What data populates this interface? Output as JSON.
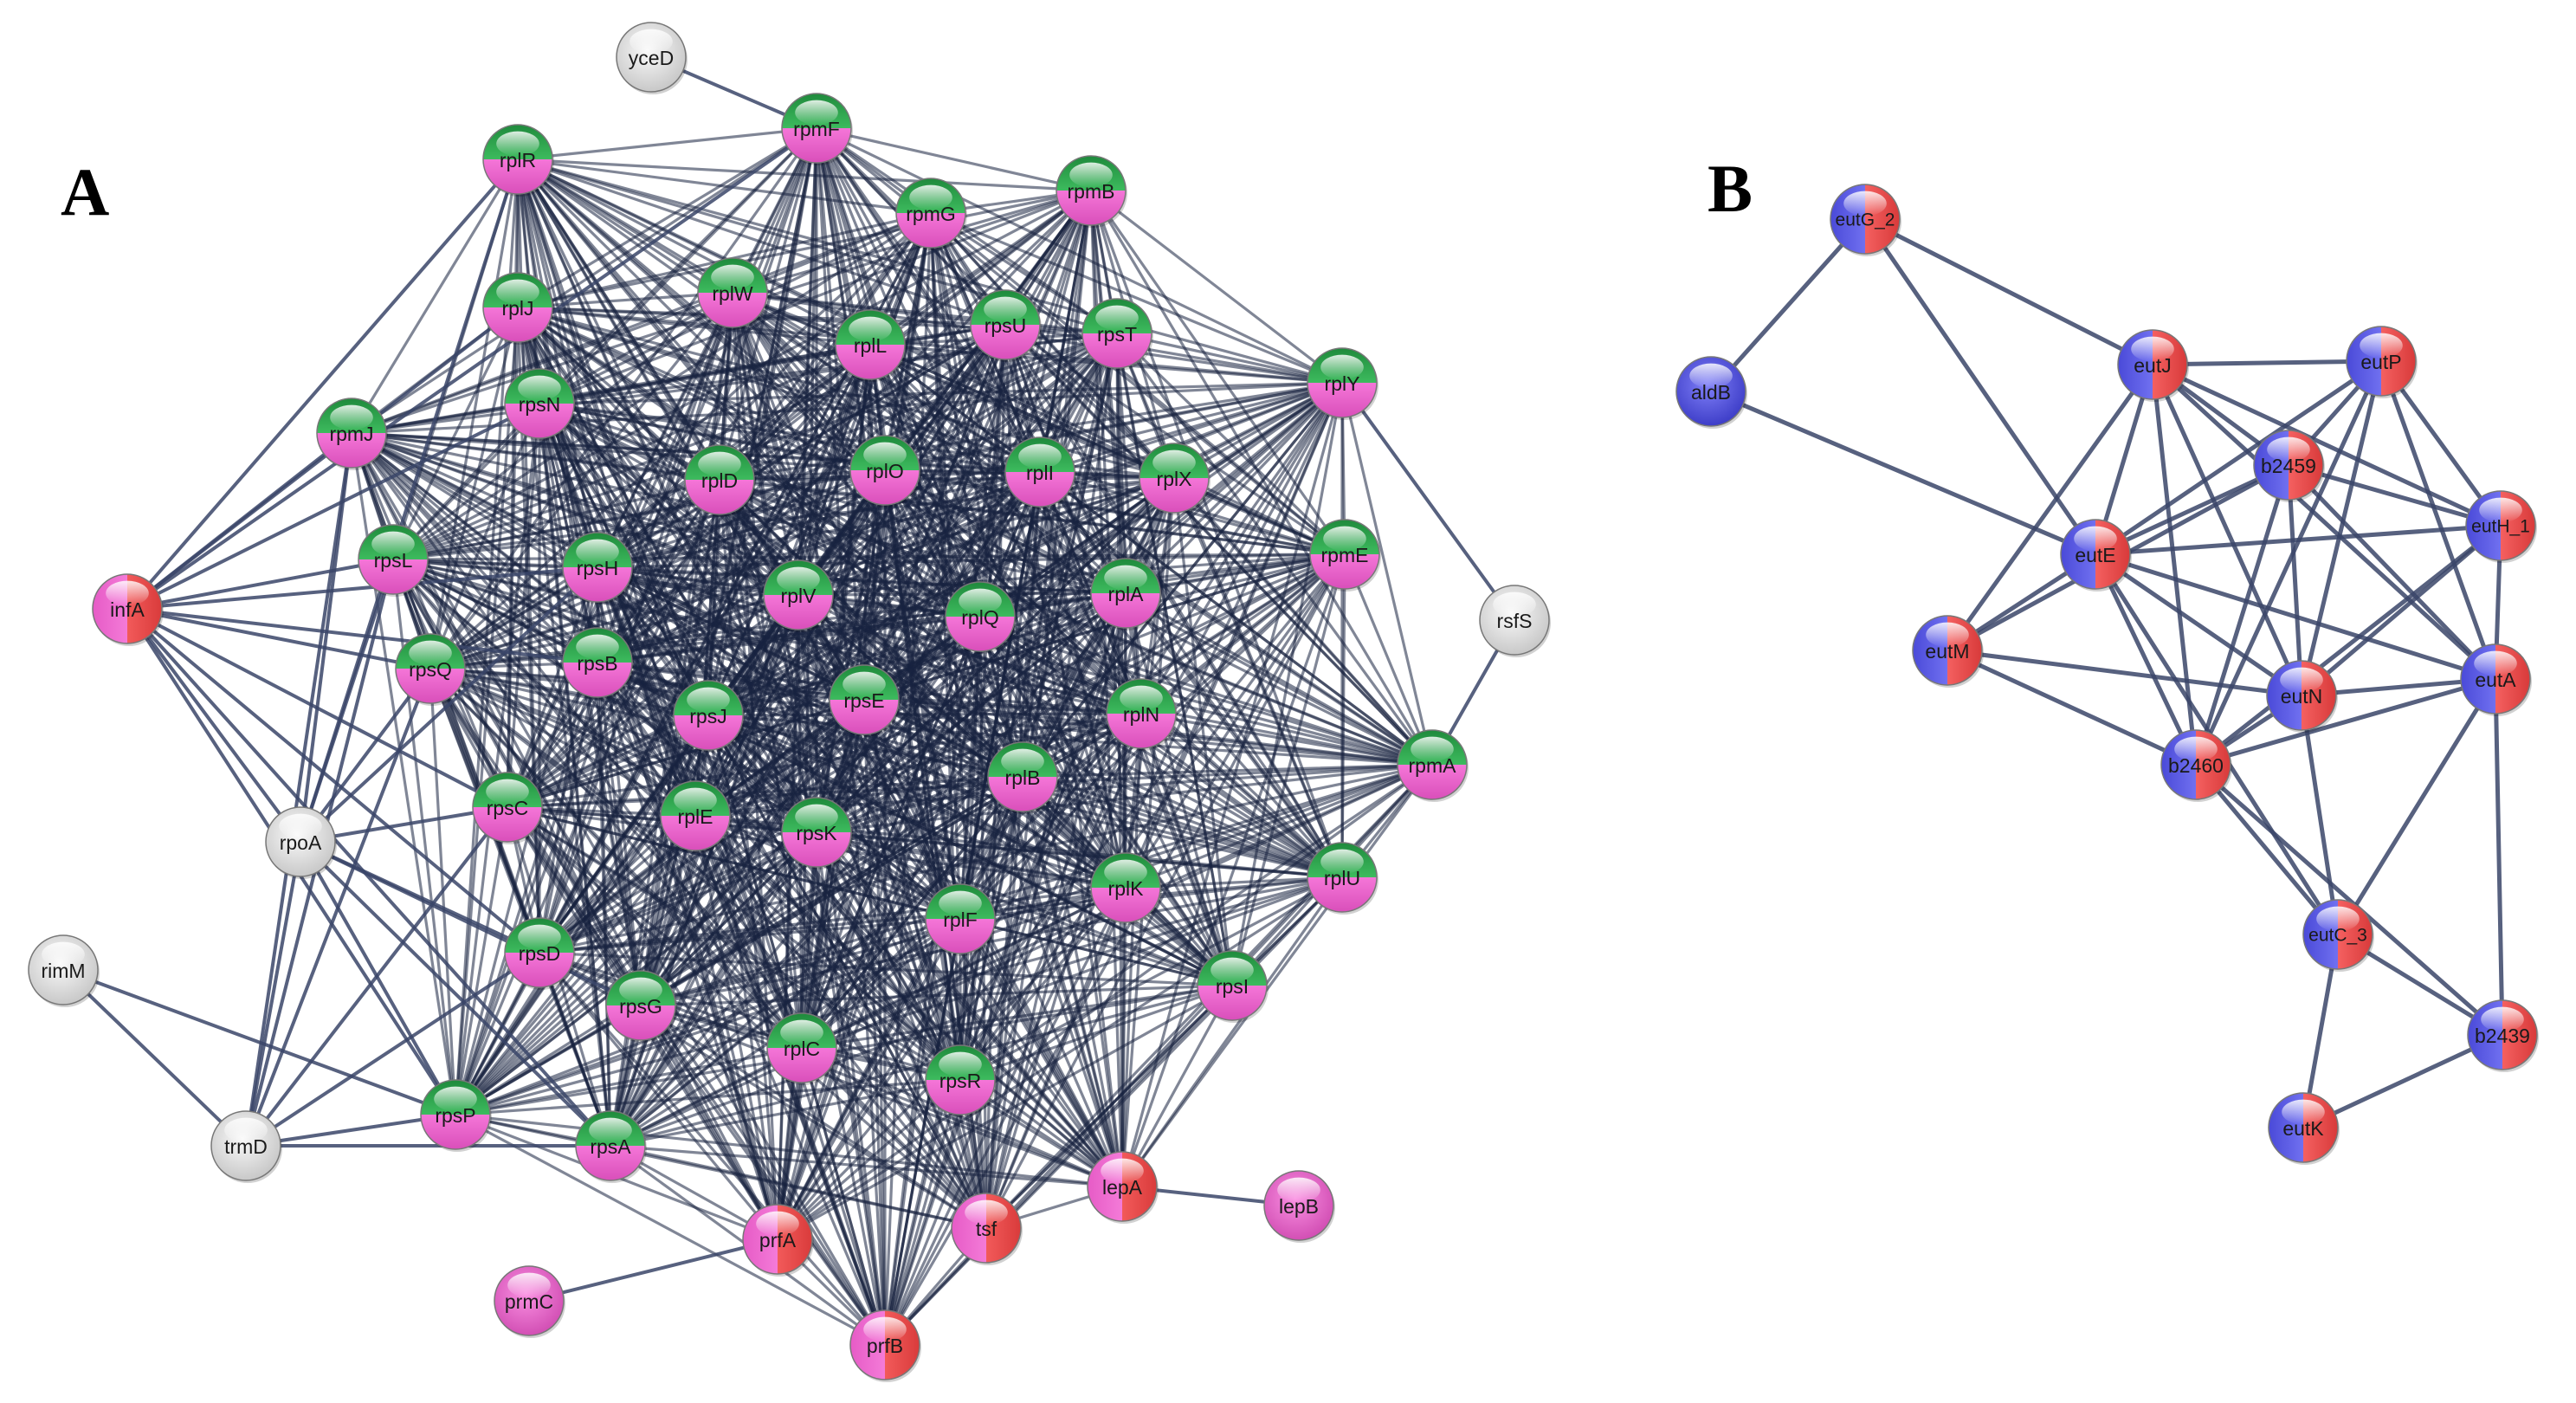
{
  "panels": [
    {
      "id": "A",
      "label": "A",
      "nodes": [
        {
          "id": "yceD",
          "label": "yceD",
          "style": "gray"
        },
        {
          "id": "rpmF",
          "label": "rpmF",
          "style": "gp"
        },
        {
          "id": "rplR",
          "label": "rplR",
          "style": "gp"
        },
        {
          "id": "rpmG",
          "label": "rpmG",
          "style": "gp"
        },
        {
          "id": "rpmB",
          "label": "rpmB",
          "style": "gp"
        },
        {
          "id": "rplJ",
          "label": "rplJ",
          "style": "gp"
        },
        {
          "id": "rplW",
          "label": "rplW",
          "style": "gp"
        },
        {
          "id": "rplL",
          "label": "rplL",
          "style": "gp"
        },
        {
          "id": "rpsU",
          "label": "rpsU",
          "style": "gp"
        },
        {
          "id": "rpsT",
          "label": "rpsT",
          "style": "gp"
        },
        {
          "id": "rplY",
          "label": "rplY",
          "style": "gp"
        },
        {
          "id": "rpmJ",
          "label": "rpmJ",
          "style": "gp"
        },
        {
          "id": "rpsN",
          "label": "rpsN",
          "style": "gp"
        },
        {
          "id": "rplD",
          "label": "rplD",
          "style": "gp"
        },
        {
          "id": "rplO",
          "label": "rplO",
          "style": "gp"
        },
        {
          "id": "rplI",
          "label": "rplI",
          "style": "gp"
        },
        {
          "id": "rplX",
          "label": "rplX",
          "style": "gp"
        },
        {
          "id": "infA",
          "label": "infA",
          "style": "pr"
        },
        {
          "id": "rpsL",
          "label": "rpsL",
          "style": "gp"
        },
        {
          "id": "rpmE",
          "label": "rpmE",
          "style": "gp"
        },
        {
          "id": "rpsH",
          "label": "rpsH",
          "style": "gp"
        },
        {
          "id": "rplV",
          "label": "rplV",
          "style": "gp"
        },
        {
          "id": "rplQ",
          "label": "rplQ",
          "style": "gp"
        },
        {
          "id": "rplA",
          "label": "rplA",
          "style": "gp"
        },
        {
          "id": "rsfS",
          "label": "rsfS",
          "style": "gray"
        },
        {
          "id": "rpsQ",
          "label": "rpsQ",
          "style": "gp"
        },
        {
          "id": "rpsB",
          "label": "rpsB",
          "style": "gp"
        },
        {
          "id": "rpsJ",
          "label": "rpsJ",
          "style": "gp"
        },
        {
          "id": "rpsE",
          "label": "rpsE",
          "style": "gp"
        },
        {
          "id": "rplN",
          "label": "rplN",
          "style": "gp"
        },
        {
          "id": "rpmA",
          "label": "rpmA",
          "style": "gp"
        },
        {
          "id": "rplB",
          "label": "rplB",
          "style": "gp"
        },
        {
          "id": "rpsC",
          "label": "rpsC",
          "style": "gp"
        },
        {
          "id": "rplE",
          "label": "rplE",
          "style": "gp"
        },
        {
          "id": "rpsK",
          "label": "rpsK",
          "style": "gp"
        },
        {
          "id": "rpoA",
          "label": "rpoA",
          "style": "gray"
        },
        {
          "id": "rplK",
          "label": "rplK",
          "style": "gp"
        },
        {
          "id": "rplU",
          "label": "rplU",
          "style": "gp"
        },
        {
          "id": "rplF",
          "label": "rplF",
          "style": "gp"
        },
        {
          "id": "rimM",
          "label": "rimM",
          "style": "gray"
        },
        {
          "id": "rpsD",
          "label": "rpsD",
          "style": "gp"
        },
        {
          "id": "rpsI",
          "label": "rpsI",
          "style": "gp"
        },
        {
          "id": "rpsG",
          "label": "rpsG",
          "style": "gp"
        },
        {
          "id": "rplC",
          "label": "rplC",
          "style": "gp"
        },
        {
          "id": "rpsR",
          "label": "rpsR",
          "style": "gp"
        },
        {
          "id": "rpsP",
          "label": "rpsP",
          "style": "gp"
        },
        {
          "id": "trmD",
          "label": "trmD",
          "style": "gray"
        },
        {
          "id": "rpsA",
          "label": "rpsA",
          "style": "gp"
        },
        {
          "id": "lepA",
          "label": "lepA",
          "style": "pr"
        },
        {
          "id": "lepB",
          "label": "lepB",
          "style": "pink"
        },
        {
          "id": "tsf",
          "label": "tsf",
          "style": "pr"
        },
        {
          "id": "prfA",
          "label": "prfA",
          "style": "pr"
        },
        {
          "id": "prmC",
          "label": "prmC",
          "style": "pink"
        },
        {
          "id": "prfB",
          "label": "prfB",
          "style": "pr"
        }
      ],
      "peripheral_edges": [
        [
          "yceD",
          "rpmF"
        ],
        [
          "rsfS",
          "rplY"
        ],
        [
          "rsfS",
          "rpmA"
        ],
        [
          "rpoA",
          "rpsL"
        ],
        [
          "rpoA",
          "rpsQ"
        ],
        [
          "rpoA",
          "rpsC"
        ],
        [
          "rpoA",
          "rpmJ"
        ],
        [
          "rpoA",
          "rpsP"
        ],
        [
          "rpoA",
          "rpsD"
        ],
        [
          "rpoA",
          "trmD"
        ],
        [
          "rpoA",
          "infA"
        ],
        [
          "rpoA",
          "rpsA"
        ],
        [
          "rpoA",
          "rpsG"
        ],
        [
          "rpoA",
          "rplR"
        ],
        [
          "rpoA",
          "rpsH"
        ],
        [
          "rimM",
          "trmD"
        ],
        [
          "rimM",
          "rpsP"
        ],
        [
          "trmD",
          "rpsP"
        ],
        [
          "trmD",
          "rpsQ"
        ],
        [
          "trmD",
          "rpsC"
        ],
        [
          "trmD",
          "rpsL"
        ],
        [
          "trmD",
          "rpsD"
        ],
        [
          "trmD",
          "rpmJ"
        ],
        [
          "trmD",
          "rpsA"
        ],
        [
          "lepA",
          "lepB"
        ],
        [
          "prmC",
          "prfA"
        ],
        [
          "infA",
          "rplR"
        ],
        [
          "infA",
          "rpmJ"
        ],
        [
          "infA",
          "rpsL"
        ],
        [
          "infA",
          "rpsQ"
        ],
        [
          "infA",
          "rpsP"
        ],
        [
          "infA",
          "rpsC"
        ],
        [
          "infA",
          "rpsD"
        ],
        [
          "infA",
          "rpsN"
        ],
        [
          "infA",
          "rplJ"
        ],
        [
          "infA",
          "rpsH"
        ],
        [
          "infA",
          "rpsB"
        ],
        [
          "infA",
          "rpsA"
        ],
        [
          "infA",
          "rpmF"
        ]
      ]
    },
    {
      "id": "B",
      "label": "B",
      "nodes": [
        {
          "id": "eutG_2",
          "label": "eutG_2",
          "style": "br"
        },
        {
          "id": "aldB",
          "label": "aldB",
          "style": "blue"
        },
        {
          "id": "eutJ",
          "label": "eutJ",
          "style": "br"
        },
        {
          "id": "eutP",
          "label": "eutP",
          "style": "br"
        },
        {
          "id": "b2459",
          "label": "b2459",
          "style": "br"
        },
        {
          "id": "eutH_1",
          "label": "eutH_1",
          "style": "br"
        },
        {
          "id": "eutE",
          "label": "eutE",
          "style": "br"
        },
        {
          "id": "eutM",
          "label": "eutM",
          "style": "br"
        },
        {
          "id": "eutN",
          "label": "eutN",
          "style": "br"
        },
        {
          "id": "eutA",
          "label": "eutA",
          "style": "br"
        },
        {
          "id": "b2460",
          "label": "b2460",
          "style": "br"
        },
        {
          "id": "eutC_3",
          "label": "eutC_3",
          "style": "br"
        },
        {
          "id": "b2439",
          "label": "b2439",
          "style": "br"
        },
        {
          "id": "eutK",
          "label": "eutK",
          "style": "br"
        }
      ],
      "edges": [
        [
          "eutG_2",
          "aldB"
        ],
        [
          "eutG_2",
          "eutJ"
        ],
        [
          "eutG_2",
          "eutE"
        ],
        [
          "aldB",
          "eutE"
        ],
        [
          "eutJ",
          "eutP"
        ],
        [
          "eutJ",
          "b2459"
        ],
        [
          "eutJ",
          "eutE"
        ],
        [
          "eutJ",
          "eutM"
        ],
        [
          "eutJ",
          "eutN"
        ],
        [
          "eutJ",
          "b2460"
        ],
        [
          "eutJ",
          "eutH_1"
        ],
        [
          "eutJ",
          "eutA"
        ],
        [
          "eutP",
          "b2459"
        ],
        [
          "eutP",
          "eutE"
        ],
        [
          "eutP",
          "eutH_1"
        ],
        [
          "eutP",
          "eutN"
        ],
        [
          "eutP",
          "eutA"
        ],
        [
          "eutP",
          "b2460"
        ],
        [
          "b2459",
          "eutE"
        ],
        [
          "b2459",
          "eutN"
        ],
        [
          "b2459",
          "eutA"
        ],
        [
          "b2459",
          "b2460"
        ],
        [
          "b2459",
          "eutH_1"
        ],
        [
          "b2459",
          "eutM"
        ],
        [
          "eutH_1",
          "eutE"
        ],
        [
          "eutH_1",
          "eutN"
        ],
        [
          "eutH_1",
          "eutA"
        ],
        [
          "eutH_1",
          "b2460"
        ],
        [
          "eutE",
          "eutM"
        ],
        [
          "eutE",
          "eutN"
        ],
        [
          "eutE",
          "b2460"
        ],
        [
          "eutE",
          "eutA"
        ],
        [
          "eutE",
          "eutC_3"
        ],
        [
          "eutM",
          "b2460"
        ],
        [
          "eutM",
          "eutN"
        ],
        [
          "eutN",
          "eutA"
        ],
        [
          "eutN",
          "b2460"
        ],
        [
          "eutN",
          "eutC_3"
        ],
        [
          "eutA",
          "b2460"
        ],
        [
          "eutA",
          "eutC_3"
        ],
        [
          "eutA",
          "b2439"
        ],
        [
          "b2460",
          "eutC_3"
        ],
        [
          "b2460",
          "b2439"
        ],
        [
          "eutC_3",
          "b2439"
        ],
        [
          "eutC_3",
          "eutK"
        ],
        [
          "b2439",
          "eutK"
        ]
      ]
    }
  ],
  "colors": {
    "edge": "#3a4568",
    "dense_edge": "#17223f",
    "green": "#27a048",
    "pink": "#f06ad0",
    "red": "#f04848",
    "blue": "#5858e8",
    "gray": "#e6e6e6"
  }
}
